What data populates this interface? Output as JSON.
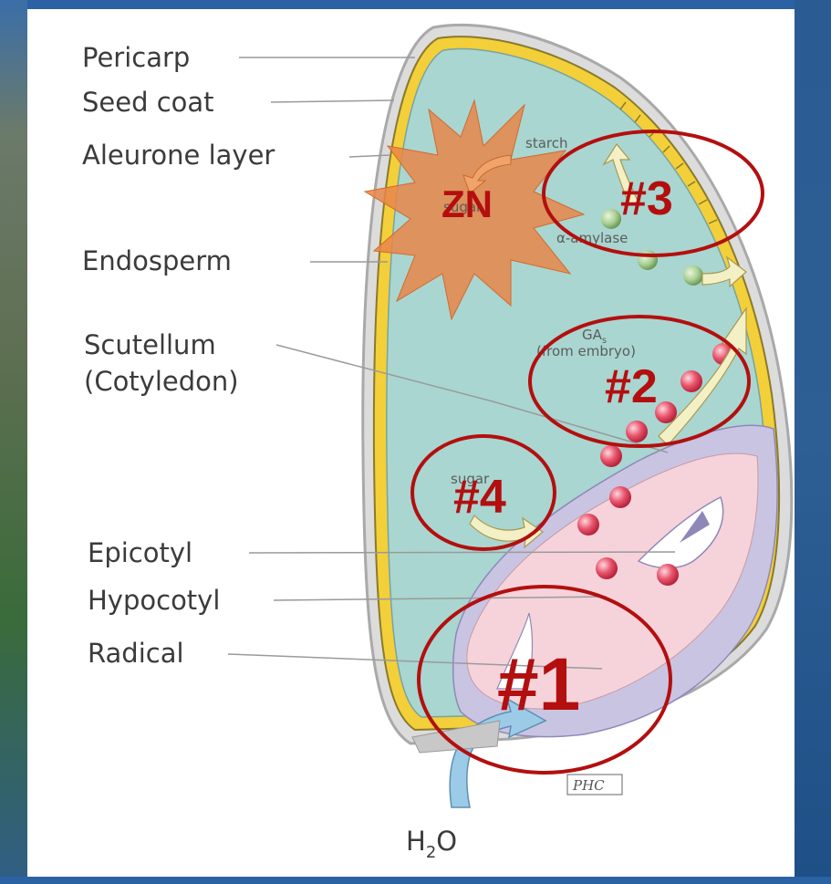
{
  "labels": {
    "pericarp": "Pericarp",
    "seed_coat": "Seed coat",
    "aleurone": "Aleurone layer",
    "endosperm": "Endosperm",
    "scutellum": "Scutellum",
    "cotyledon": "(Cotyledon)",
    "epicotyl": "Epicotyl",
    "hypocotyl": "Hypocotyl",
    "radical": "Radical"
  },
  "inner_labels": {
    "starch": "starch",
    "sugar_top": "sugar",
    "amylase": "α-amylase",
    "ga": "GA",
    "ga_sub": "s",
    "from_embryo": "(from embryo)",
    "sugar_bottom": "sugar",
    "phc": "PHC"
  },
  "water": {
    "h": "H",
    "sub": "2",
    "o": "O"
  },
  "markers": {
    "m1": "#1",
    "m2": "#2",
    "m3": "#3",
    "m4": "#4",
    "zn": "ZN"
  },
  "colors": {
    "marker_red": "#b30f0f",
    "endosperm_teal": "#a9d6d0",
    "aleurone_yellow": "#f3cf3a",
    "embryo_pink": "#f6d3da",
    "embryo_lilac": "#c9c4e2",
    "zn_burst": "#e8864a",
    "water_blue": "#9ccbe8"
  }
}
